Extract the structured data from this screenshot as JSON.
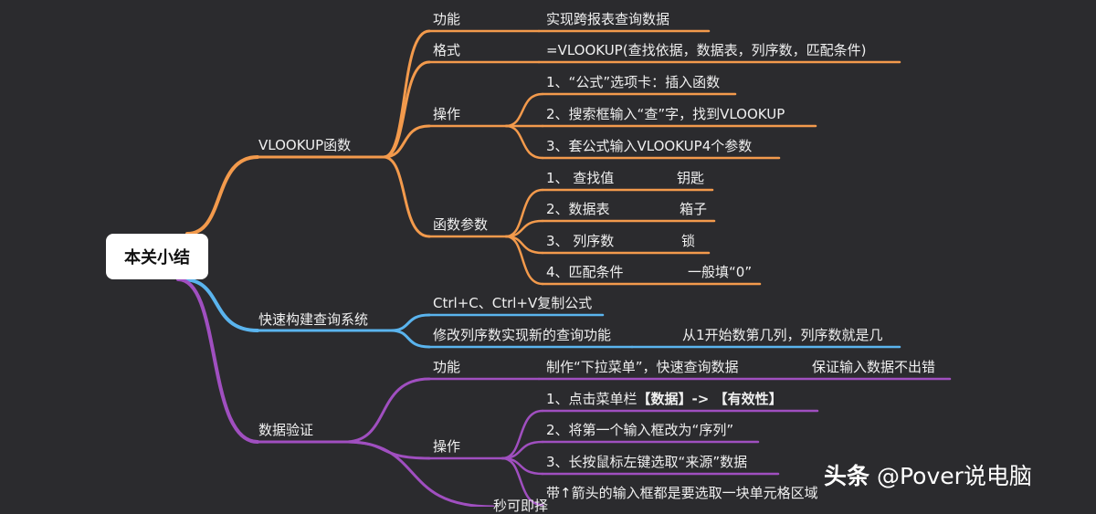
{
  "colors": {
    "orange": "#f39a4c",
    "blue": "#5ab4ee",
    "purple": "#a04fc0",
    "background": "#2b2b2e"
  },
  "root": {
    "label": "本关小结"
  },
  "branches": [
    {
      "label": "VLOOKUP函数",
      "color": "orange",
      "children": [
        {
          "label": "功能",
          "children": [
            {
              "label": "实现跨报表查询数据"
            }
          ]
        },
        {
          "label": "格式",
          "children": [
            {
              "label": "=VLOOKUP(查找依据，数据表，列序数，匹配条件)"
            }
          ]
        },
        {
          "label": "操作",
          "children": [
            {
              "label": "1、“公式”选项卡：插入函数"
            },
            {
              "label": "2、搜索框输入“查”字，找到VLOOKUP"
            },
            {
              "label": "3、套公式输入VLOOKUP4个参数"
            }
          ]
        },
        {
          "label": "函数参数",
          "children": [
            {
              "label": "1、 查找值",
              "note": "钥匙"
            },
            {
              "label": "2、数据表",
              "note": "箱子"
            },
            {
              "label": "3、 列序数",
              "note": "锁"
            },
            {
              "label": "4、匹配条件",
              "note": "一般填“0”"
            }
          ]
        }
      ]
    },
    {
      "label": "快速构建查询系统",
      "color": "blue",
      "children": [
        {
          "label": "Ctrl+C、Ctrl+V复制公式"
        },
        {
          "label": "修改列序数实现新的查询功能",
          "note": "从1开始数第几列，列序数就是几"
        }
      ]
    },
    {
      "label": "数据验证",
      "color": "purple",
      "children": [
        {
          "label": "功能",
          "children": [
            {
              "label": "制作“下拉菜单”，快速查询数据",
              "note": "保证输入数据不出错"
            }
          ]
        },
        {
          "label": "操作",
          "children": [
            {
              "label": "1、点击菜单栏",
              "label_bold": "【数据】-> 【有效性】"
            },
            {
              "label": "2、将第一个输入框改为“序列”"
            },
            {
              "label": "3、长按鼠标左键选取“来源”数据"
            },
            {
              "label": "带↑箭头的输入框都是要选取一块单元格区域"
            }
          ]
        },
        {
          "label": "秒可即择"
        }
      ]
    }
  ],
  "watermark": {
    "brand": "头条",
    "handle": "@Pover说电脑"
  }
}
